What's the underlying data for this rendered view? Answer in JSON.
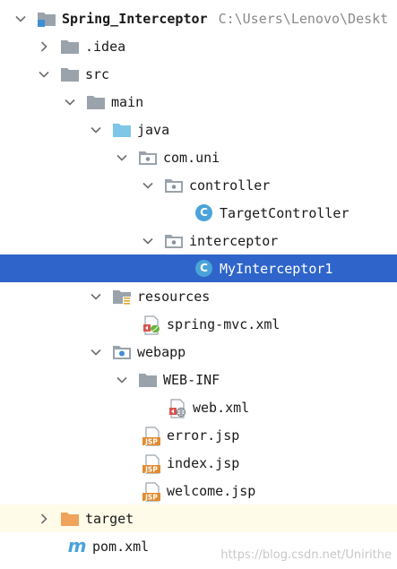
{
  "project": {
    "name": "Spring_Interceptor",
    "path": "C:\\Users\\Lenovo\\Deskt"
  },
  "nodes": {
    "idea": ".idea",
    "src": "src",
    "main": "main",
    "java": "java",
    "com_uni": "com.uni",
    "controller": "controller",
    "target_controller": "TargetController",
    "interceptor": "interceptor",
    "my_interceptor": "MyInterceptor1",
    "resources": "resources",
    "spring_mvc": "spring-mvc.xml",
    "webapp": "webapp",
    "web_inf": "WEB-INF",
    "web_xml": "web.xml",
    "error_jsp": "error.jsp",
    "index_jsp": "index.jsp",
    "welcome_jsp": "welcome.jsp",
    "target": "target",
    "pom": "pom.xml"
  },
  "icon_text": {
    "class_letter": "C",
    "jsp_badge": "JSP",
    "maven_letter": "m"
  },
  "watermark": "https://blog.csdn.net/Unirithe",
  "colors": {
    "selection": "#2f65ca",
    "folder": "#9aa3ab",
    "source_folder": "#7fc6e8",
    "target_folder": "#f0a35b",
    "class_icon": "#4aa3d9"
  },
  "icons": [
    "module-folder-icon",
    "folder-icon",
    "source-folder-icon",
    "package-icon",
    "resources-folder-icon",
    "web-folder-icon",
    "class-icon",
    "spring-xml-icon",
    "web-xml-icon",
    "jsp-icon",
    "maven-icon",
    "excluded-folder-icon"
  ]
}
